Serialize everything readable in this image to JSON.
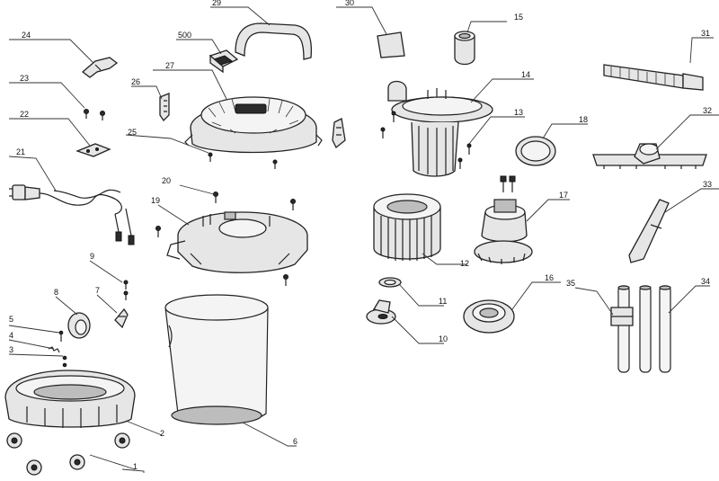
{
  "callouts": {
    "p1": "1",
    "p2": "2",
    "p3": "3",
    "p4": "4",
    "p5": "5",
    "p6": "6",
    "p7": "7",
    "p8": "8",
    "p9": "9",
    "p10": "10",
    "p11": "11",
    "p12": "12",
    "p13": "13",
    "p14": "14",
    "p15": "15",
    "p16": "16",
    "p17": "17",
    "p18": "18",
    "p19": "19",
    "p20": "20",
    "p21": "21",
    "p22": "22",
    "p23": "23",
    "p24": "24",
    "p25": "25",
    "p26": "26",
    "p27": "27",
    "p29": "29",
    "p30": "30",
    "p31": "31",
    "p32": "32",
    "p33": "33",
    "p34": "34",
    "p35": "35",
    "p500": "500"
  }
}
